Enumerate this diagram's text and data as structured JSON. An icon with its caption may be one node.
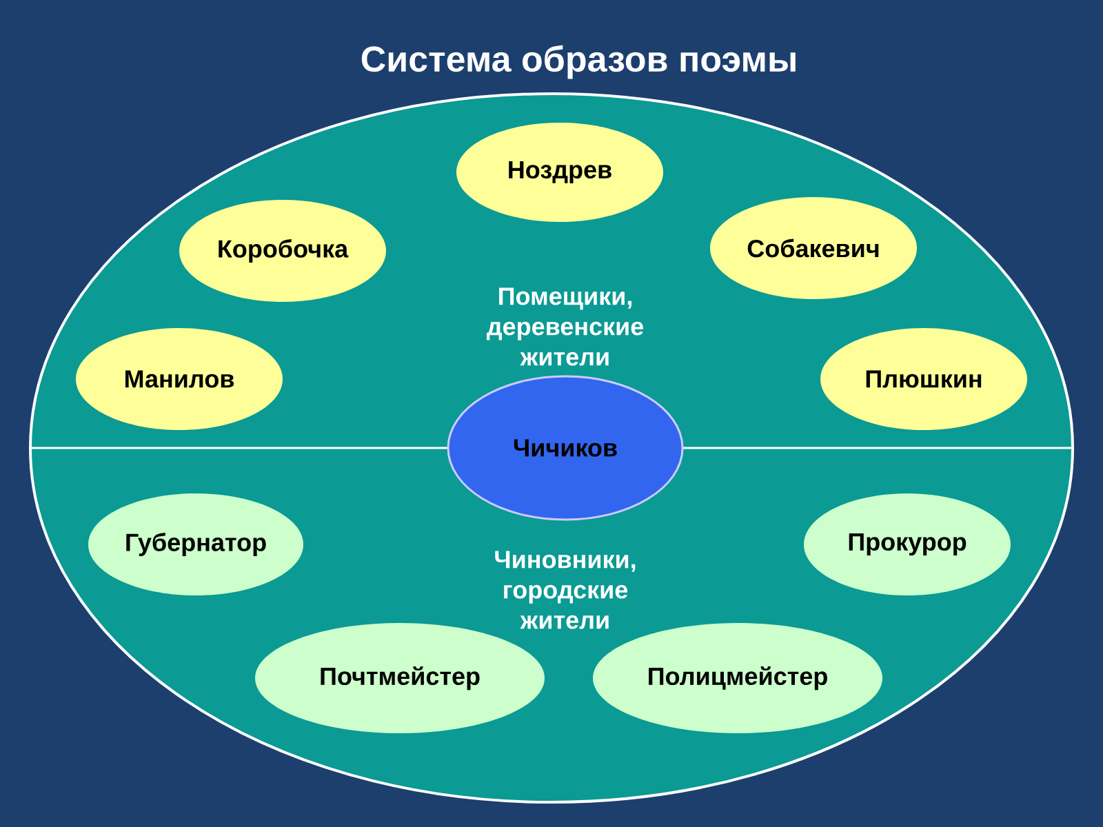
{
  "diagram": {
    "title": "Система образов поэмы",
    "nodes": [
      {
        "text": [
          "Помещики, деревенские жители",
          "Чиновники, городские жители"
        ]
      },
      {
        "text": [
          "Ноздрев"
        ],
        "in": 0
      },
      {
        "text": [
          "Коробочка"
        ],
        "in": 0
      },
      {
        "text": [
          "Собакевич"
        ],
        "in": 0
      },
      {
        "text": [
          "Манилов"
        ],
        "in": 0
      },
      {
        "text": [
          "Плюшкин"
        ],
        "in": 0
      },
      {
        "text": [
          "Чичиков"
        ],
        "in": 0
      },
      {
        "text": [
          "Губернатор"
        ],
        "in": 0
      },
      {
        "text": [
          "Прокурор"
        ],
        "in": 0
      },
      {
        "text": [
          "Почтмейстер"
        ],
        "in": 0
      },
      {
        "text": [
          "Полицмейстер"
        ],
        "in": 0
      }
    ]
  }
}
